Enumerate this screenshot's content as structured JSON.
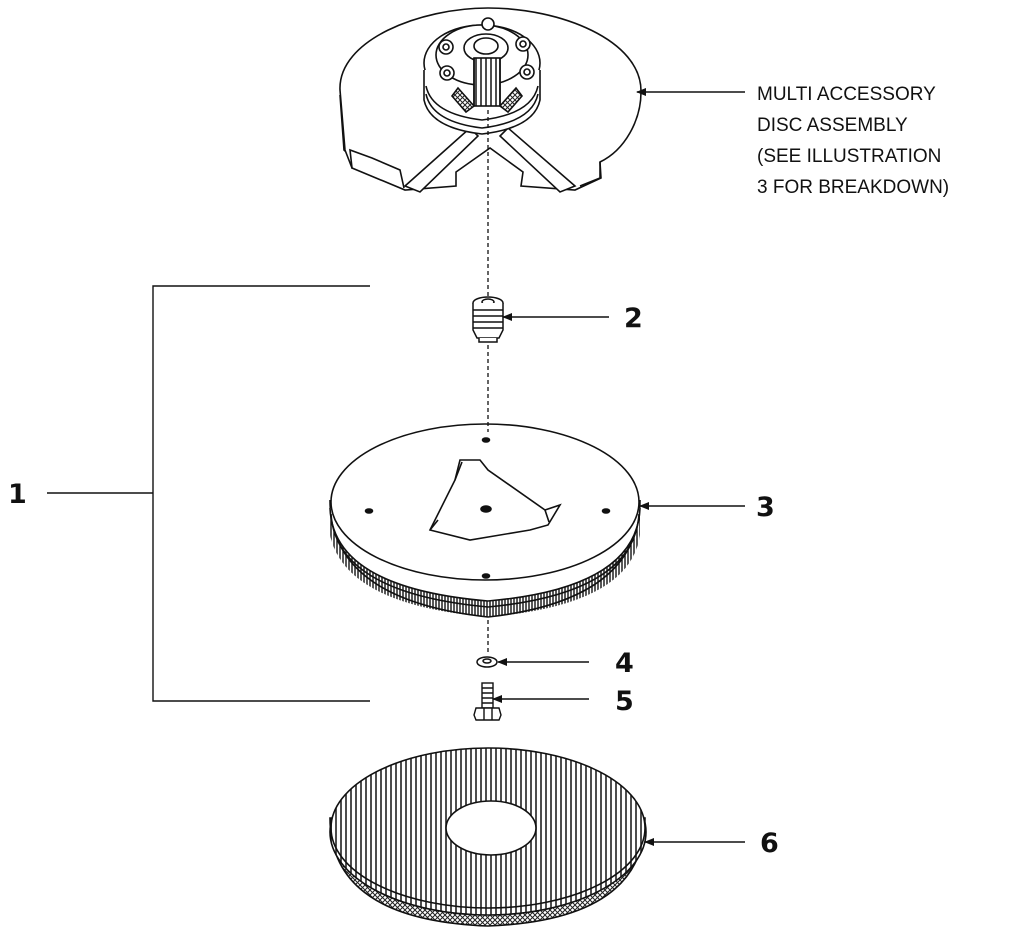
{
  "assembly_label": {
    "lines": [
      "MULTI ACCESSORY",
      "DISC ASSEMBLY",
      "(SEE ILLUSTRATION",
      "3 FOR BREAKDOWN)"
    ]
  },
  "callouts": {
    "c1": "1",
    "c2": "2",
    "c3": "3",
    "c4": "4",
    "c5": "5",
    "c6": "6"
  },
  "parts": {
    "top": "multi-accessory-disc-assembly",
    "p2": "adapter-fitting",
    "p3": "brush-drive-plate",
    "p4": "washer",
    "p5": "bolt",
    "p6": "pad"
  },
  "colors": {
    "line": "#111111",
    "fill": "#ffffff",
    "hatch": "#222222"
  }
}
